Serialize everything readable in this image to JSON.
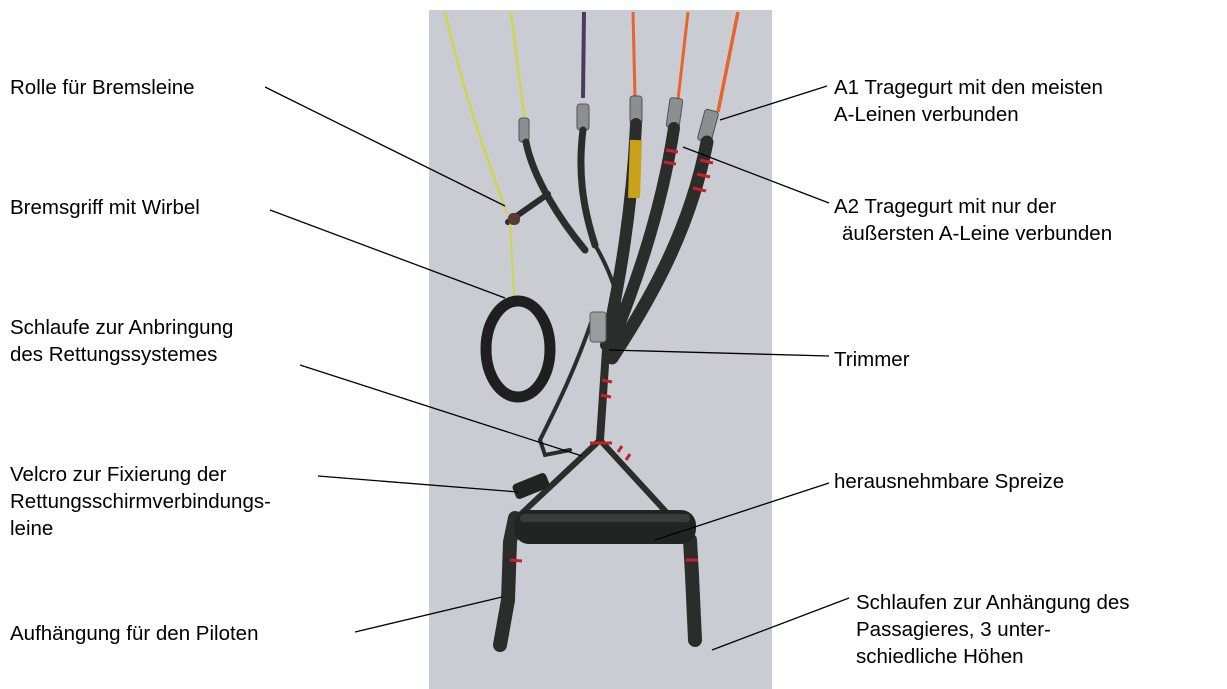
{
  "labels": {
    "roll": {
      "lines": [
        "Rolle für Bremsleine"
      ]
    },
    "brake_handle": {
      "lines": [
        "Bremsgriff mit Wirbel"
      ]
    },
    "reserve_loop": {
      "lines": [
        "Schlaufe zur Anbringung",
        "des Rettungssystemes"
      ]
    },
    "velcro": {
      "lines": [
        "Velcro zur Fixierung der",
        "Rettungsschirmverbindungs-",
        "leine"
      ]
    },
    "pilot_attach": {
      "lines": [
        "Aufhängung für den Piloten"
      ]
    },
    "a1_riser": {
      "lines": [
        "A1 Tragegurt mit den meisten",
        "A-Leinen verbunden"
      ]
    },
    "a2_riser": {
      "lines": [
        "A2 Tragegurt mit nur der",
        "äußersten A-Leine verbunden"
      ]
    },
    "trimmer": {
      "lines": [
        "Trimmer"
      ]
    },
    "spreader": {
      "lines": [
        "herausnehmbare Spreize"
      ]
    },
    "passenger_loops": {
      "lines": [
        "Schlaufen zur Anhängung des",
        "Passagieres, 3 unter-",
        "schiedliche Höhen"
      ]
    }
  },
  "colors": {
    "photo_bg": "#c9ccd3",
    "webbing": "#2b2d2b",
    "red_stitch": "#c8202a",
    "orange_line": "#e8642a",
    "yellow_line": "#cfd64a",
    "purple_line": "#4a3c5e",
    "yellow_tape": "#c9a21a",
    "connector": "#8c8f92",
    "leader": "#000000"
  }
}
